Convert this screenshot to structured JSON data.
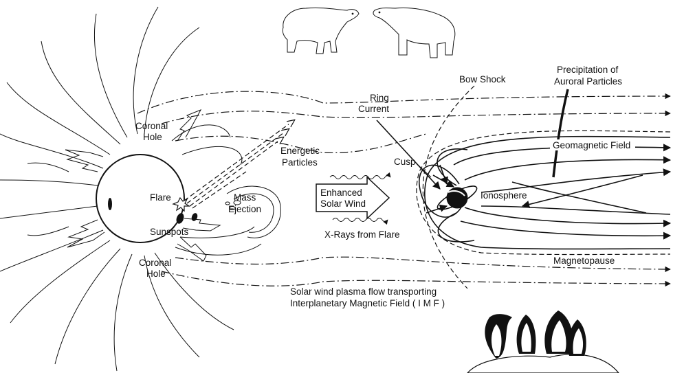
{
  "labels": {
    "coronal_hole_top_line1": "Coronal",
    "coronal_hole_top_line2": "Hole",
    "coronal_hole_bottom_line1": "Coronal",
    "coronal_hole_bottom_line2": "Hole",
    "flare": "Flare",
    "sunspots": "Sunspots",
    "mass_ejection_line1": "Mass",
    "mass_ejection_line2": "Ejection",
    "energetic_particles_line1": "Energetic",
    "energetic_particles_line2": "Particles",
    "enhanced_solar_wind_line1": "Enhanced",
    "enhanced_solar_wind_line2": "Solar Wind",
    "xrays_from_flare": "X-Rays from Flare",
    "solar_wind_plasma_line1": "Solar wind plasma flow transporting",
    "solar_wind_plasma_line2": "Interplanetary Magnetic Field ( I M F )",
    "bow_shock": "Bow Shock",
    "ring_current_line1": "Ring",
    "ring_current_line2": "Current",
    "cusp": "Cusp",
    "ionosphere": "Ionosphere",
    "precipitation_line1": "Precipitation of",
    "precipitation_line2": "Auroral Particles",
    "geomagnetic_field": "Geomagnetic Field",
    "magnetopause": "Magnetopause"
  },
  "illustrations": {
    "polar_bears": "polar-bears-icon",
    "penguins": "penguins-icon",
    "sun": "sun-icon",
    "earth": "earth-icon"
  },
  "colors": {
    "ink": "#111111",
    "background": "#ffffff"
  }
}
